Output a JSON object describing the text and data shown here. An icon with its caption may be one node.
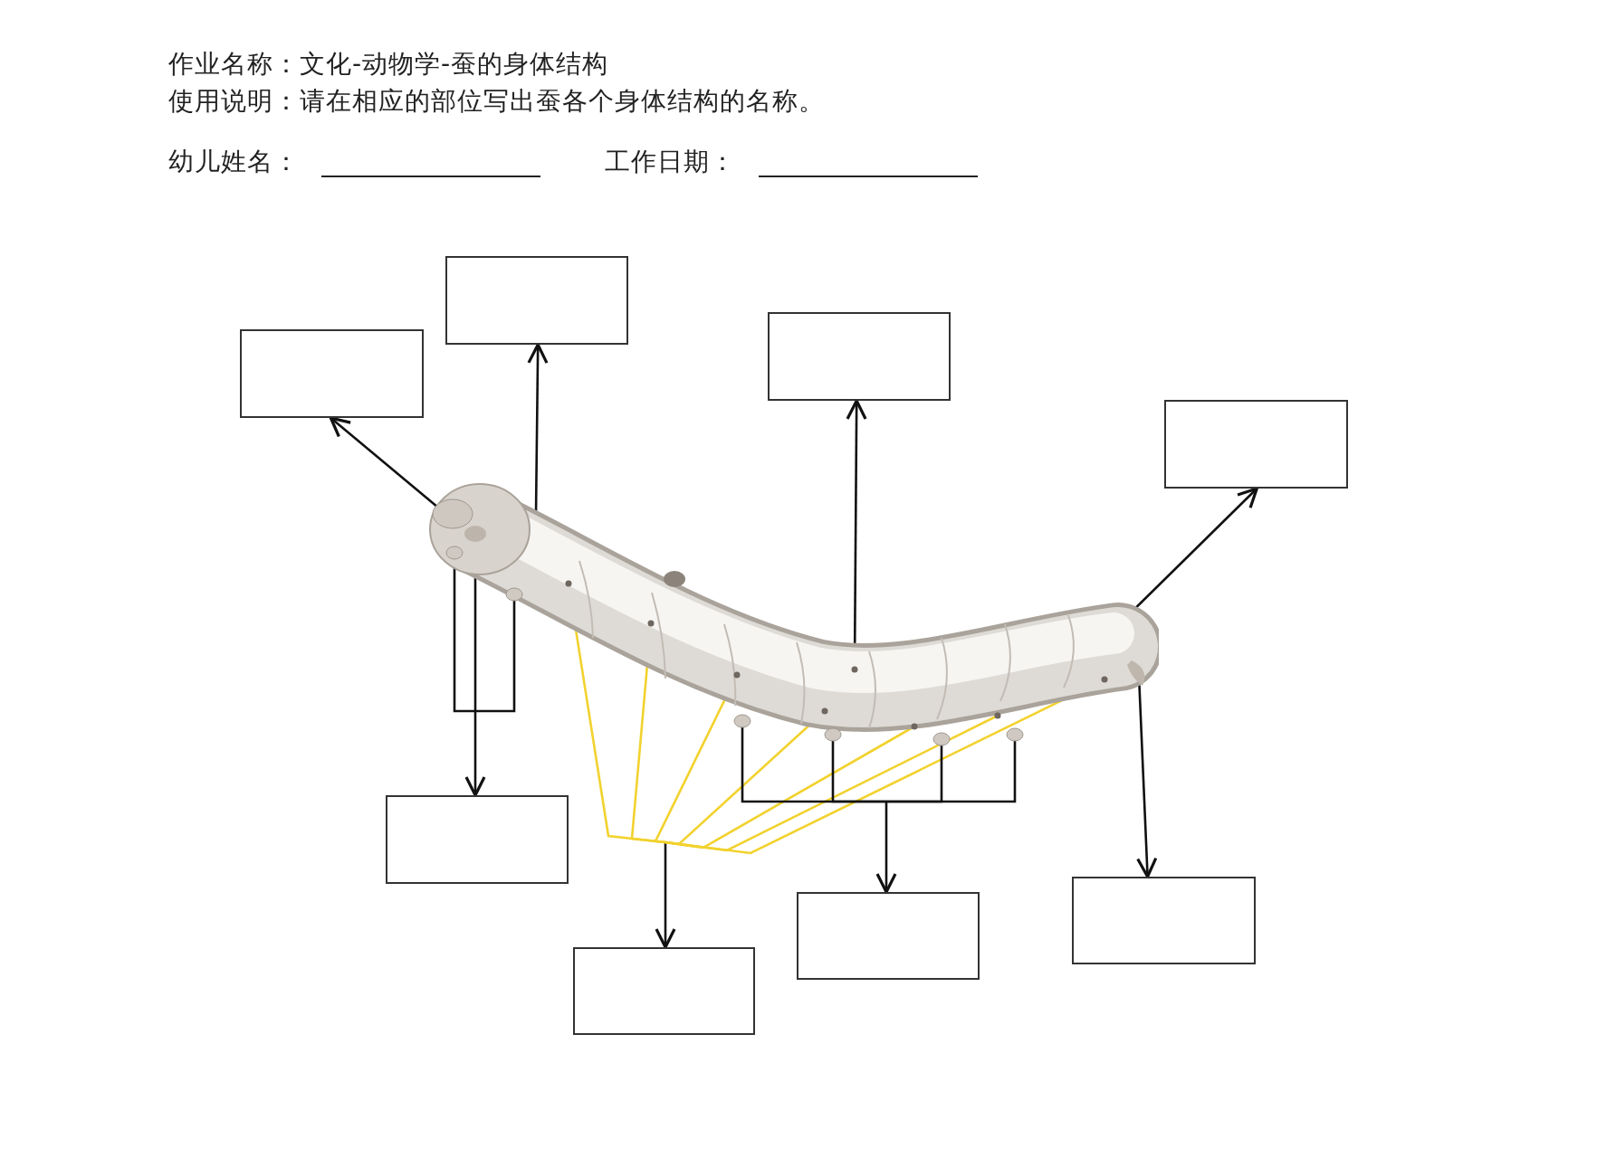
{
  "diagram": {
    "title": "作业名称：文化-动物学-蚕的身体结构",
    "nodes": [
      {
        "text": [],
        "shape": "picture"
      },
      {
        "text": [],
        "shape": "box"
      },
      {
        "text": [],
        "shape": "box"
      },
      {
        "text": [],
        "shape": "box"
      },
      {
        "text": [],
        "shape": "box"
      },
      {
        "text": [],
        "shape": "box"
      },
      {
        "text": [],
        "shape": "box"
      },
      {
        "text": [],
        "shape": "box"
      },
      {
        "text": [],
        "shape": "box"
      }
    ],
    "edges": [
      {
        "from": 0,
        "to": 1,
        "arrow": "to"
      },
      {
        "from": 0,
        "to": 2,
        "arrow": "to"
      },
      {
        "from": 0,
        "to": 3,
        "arrow": "to"
      },
      {
        "from": 0,
        "to": 4,
        "arrow": "to"
      },
      {
        "from": 0,
        "to": 5,
        "arrow": "to"
      },
      {
        "from": 0,
        "to": 5,
        "arrow": "to"
      },
      {
        "from": 0,
        "to": 5,
        "arrow": "to"
      },
      {
        "from": 0,
        "to": 6,
        "arrow": "to",
        "color": "#f2d22e"
      },
      {
        "from": 0,
        "to": 6,
        "arrow": "to",
        "color": "#f2d22e"
      },
      {
        "from": 0,
        "to": 6,
        "arrow": "to",
        "color": "#f2d22e"
      },
      {
        "from": 0,
        "to": 6,
        "arrow": "to",
        "color": "#f2d22e"
      },
      {
        "from": 0,
        "to": 6,
        "arrow": "to",
        "color": "#f2d22e"
      },
      {
        "from": 0,
        "to": 6,
        "arrow": "to",
        "color": "#f2d22e"
      },
      {
        "from": 0,
        "to": 6,
        "arrow": "to",
        "color": "#f2d22e"
      },
      {
        "from": 0,
        "to": 7,
        "arrow": "to"
      },
      {
        "from": 0,
        "to": 7,
        "arrow": "to"
      },
      {
        "from": 0,
        "to": 7,
        "arrow": "to"
      },
      {
        "from": 0,
        "to": 7,
        "arrow": "to"
      },
      {
        "from": 0,
        "to": 8,
        "arrow": "to"
      }
    ],
    "labels": [
      "使用说明：请在相应的部位写出蚕各个身体结构的名称。",
      "幼儿姓名：",
      "工作日期："
    ]
  }
}
